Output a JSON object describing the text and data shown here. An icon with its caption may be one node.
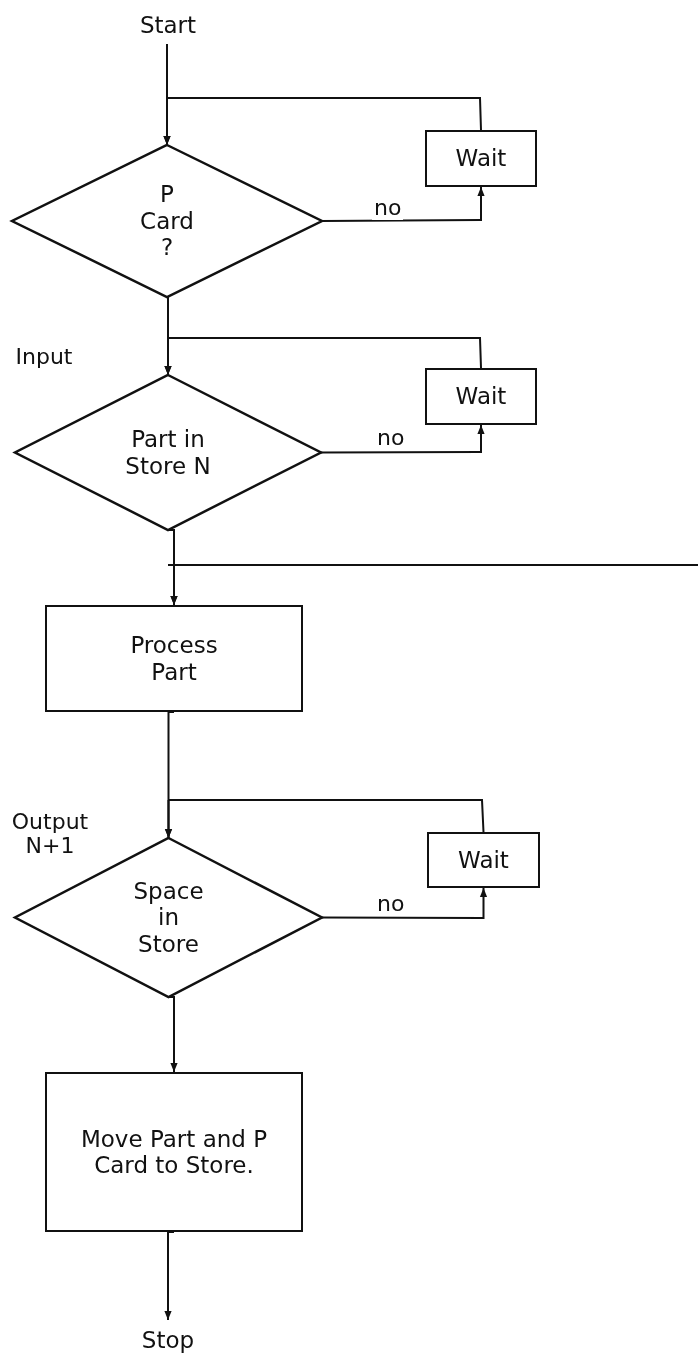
{
  "diagram": {
    "nodes": [
      {
        "text": [
          "Start"
        ]
      },
      {
        "text": [
          "P Card ?"
        ]
      },
      {
        "text": [
          "Wait"
        ]
      },
      {
        "text": [
          "Part in Store N"
        ],
        "beside": [
          "Input"
        ]
      },
      {
        "text": [
          "Wait"
        ]
      },
      {
        "text": [
          "Process Part"
        ]
      },
      {
        "text": [
          "Space in Store"
        ],
        "beside": [
          "Output N+1"
        ]
      },
      {
        "text": [
          "Wait"
        ]
      },
      {
        "text": [
          "Move Part and P Card to Store."
        ]
      },
      {
        "text": [
          "Stop"
        ]
      }
    ],
    "edges": [
      {
        "from": 0,
        "to": 1,
        "arrow": "to"
      },
      {
        "from": 1,
        "to": 2,
        "arrow": "to",
        "label": "no"
      },
      {
        "from": 2,
        "to": 1,
        "arrow": "to"
      },
      {
        "from": 1,
        "to": 3,
        "arrow": "to"
      },
      {
        "from": 3,
        "to": 4,
        "arrow": "to",
        "label": "no"
      },
      {
        "from": 4,
        "to": 3,
        "arrow": "to"
      },
      {
        "from": 3,
        "to": 5,
        "arrow": "to"
      },
      {
        "from": null,
        "to": 5,
        "arrow": "to"
      },
      {
        "from": 5,
        "to": 6,
        "arrow": "to"
      },
      {
        "from": 6,
        "to": 7,
        "arrow": "to",
        "label": "no"
      },
      {
        "from": 7,
        "to": 6,
        "arrow": "to"
      },
      {
        "from": 6,
        "to": 8,
        "arrow": "to"
      },
      {
        "from": 8,
        "to": 9,
        "arrow": "to"
      }
    ]
  }
}
